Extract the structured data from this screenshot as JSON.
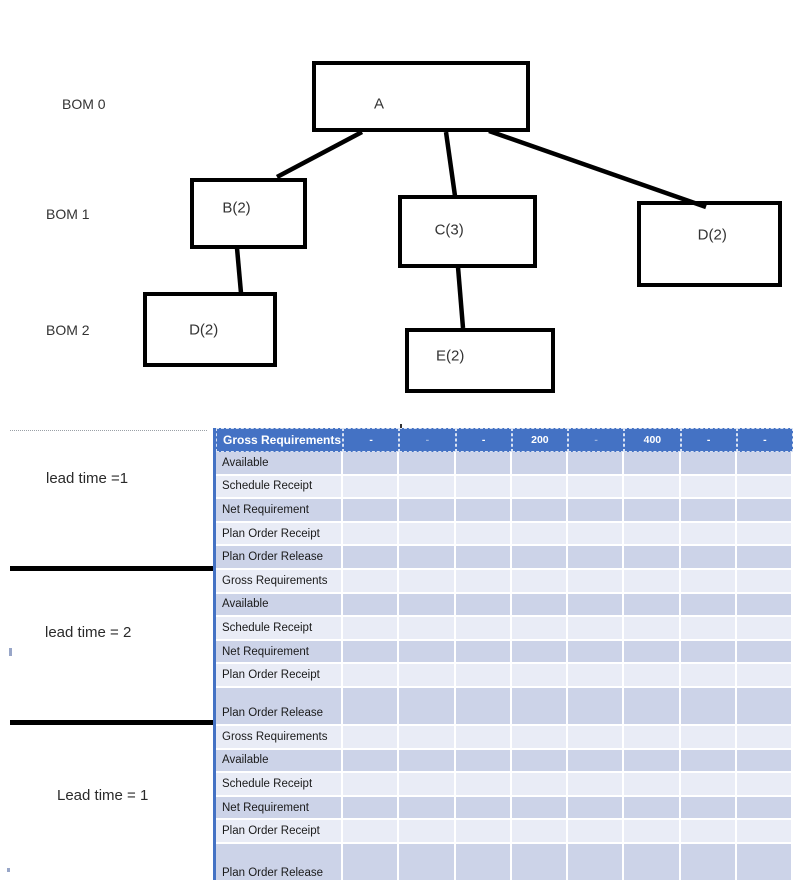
{
  "colors": {
    "header_blue": "#4472C4",
    "row_dark": "#CCD3E8",
    "row_light": "#E9ECF6",
    "grid_white": "#FFFFFF",
    "shape_border": "#000000"
  },
  "bom_tree": {
    "level_labels": [
      "BOM 0",
      "BOM 1",
      "BOM 2"
    ],
    "nodes": [
      {
        "id": "A",
        "label": "A",
        "level": 0
      },
      {
        "id": "B",
        "label": "B(2)",
        "level": 1
      },
      {
        "id": "C",
        "label": "C(3)",
        "level": 1
      },
      {
        "id": "D1",
        "label": "D(2)",
        "level": 1
      },
      {
        "id": "D2",
        "label": "D(2)",
        "level": 2
      },
      {
        "id": "E",
        "label": "E(2)",
        "level": 2
      }
    ],
    "edges": [
      {
        "from": "A",
        "to": "B"
      },
      {
        "from": "A",
        "to": "C"
      },
      {
        "from": "A",
        "to": "D1"
      },
      {
        "from": "B",
        "to": "D2"
      },
      {
        "from": "C",
        "to": "E"
      }
    ]
  },
  "mrp": {
    "header_row": {
      "label": "Gross Requirements",
      "values": [
        "-",
        "-",
        "-",
        "200",
        "-",
        "400",
        "-",
        "-"
      ],
      "faint_value_indexes": [
        1,
        4
      ]
    },
    "num_value_columns": 8,
    "sections": [
      {
        "lead_time_label": "lead time =1",
        "rows": [
          "Available",
          "Schedule Receipt",
          "Net Requirement",
          "Plan Order Receipt",
          "Plan Order Release"
        ]
      },
      {
        "lead_time_label": "lead time = 2",
        "rows": [
          "Gross Requirements",
          "Available",
          "Schedule Receipt",
          "Net Requirement",
          "Plan Order Receipt",
          "Plan Order Release"
        ]
      },
      {
        "lead_time_label": "Lead time = 1",
        "rows": [
          "Gross Requirements",
          "Available",
          "Schedule Receipt",
          "Net Requirement",
          "Plan Order Receipt",
          "Plan Order Release"
        ]
      }
    ]
  }
}
